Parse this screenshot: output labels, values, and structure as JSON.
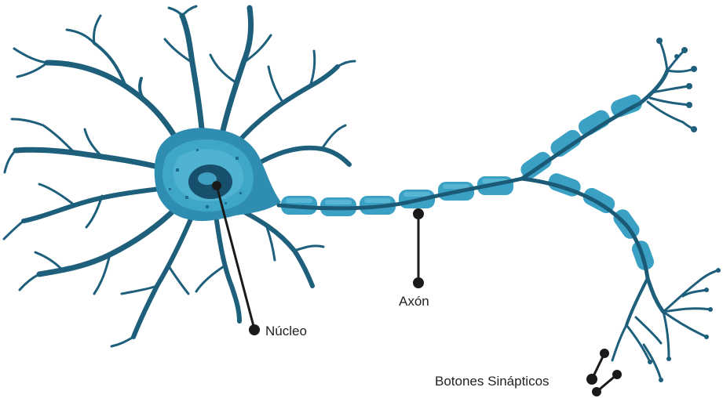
{
  "labels": {
    "nucleus": "Núcleo",
    "axon": "Axón",
    "terminals": "Botones Sinápticos"
  },
  "colors": {
    "background": "#ffffff",
    "dendrite": "#1e5f7c",
    "soma_outer": "#2e8db0",
    "soma_inner": "#3ea6c7",
    "soma_light": "#5cbcd8",
    "nucleus": "#17506c",
    "nucleolus": "#3f9ec2",
    "myelin": "#3aa0c4",
    "myelin_light": "#6cc3dd",
    "axon_core": "#1b5a76",
    "pointer": "#1a1a1a",
    "label": "#222222"
  }
}
